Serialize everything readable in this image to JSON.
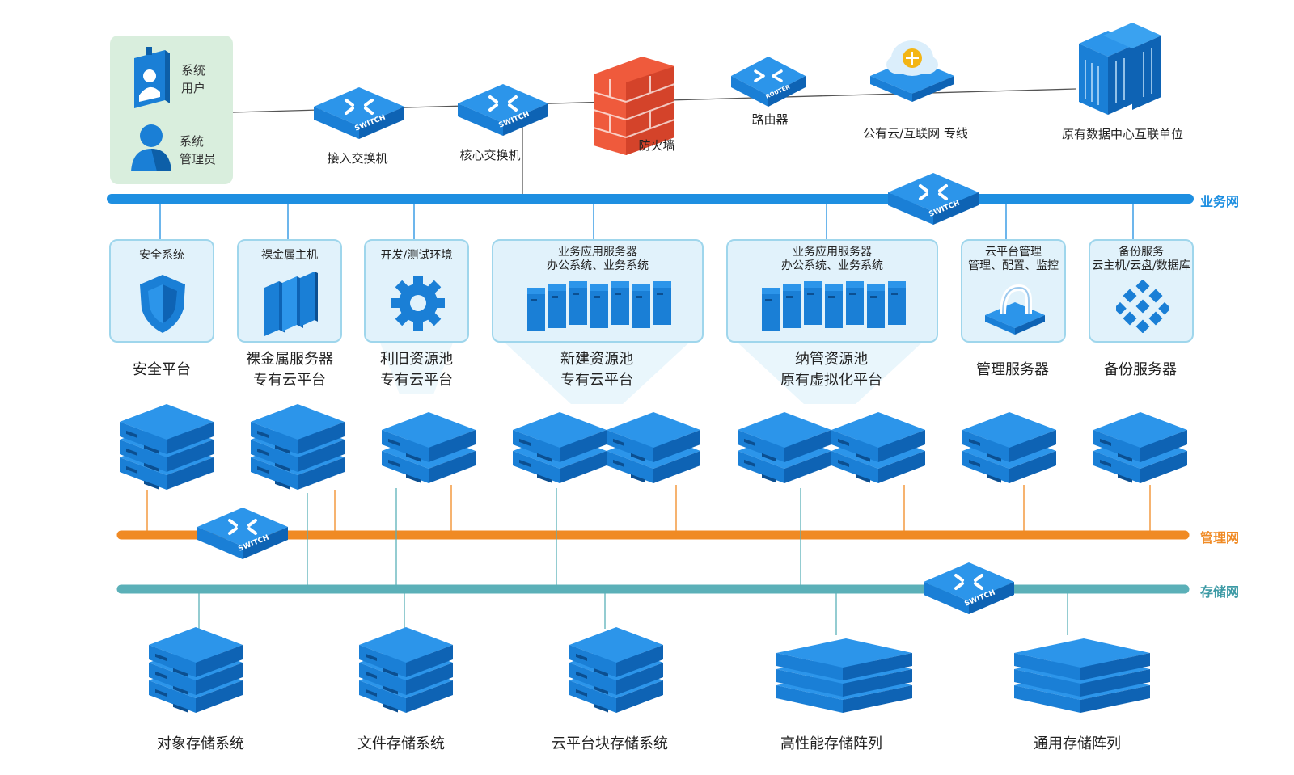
{
  "users": {
    "user_line1": "系统",
    "user_line2": "用户",
    "admin_line1": "系统",
    "admin_line2": "管理员"
  },
  "top": {
    "access_switch": "接入交换机",
    "core_switch": "核心交换机",
    "firewall": "防火墙",
    "router": "路由器",
    "cloud": "公有云/互联网 专线",
    "datacenter": "原有数据中心互联单位"
  },
  "networks": {
    "business": "业务网",
    "management": "管理网",
    "storage": "存储网"
  },
  "device_text": {
    "switch": "SWITCH",
    "router": "ROUTER"
  },
  "panels": [
    {
      "title_line1": "安全系统",
      "title_line2": "",
      "label_line1": "安全平台",
      "label_line2": ""
    },
    {
      "title_line1": "裸金属主机",
      "title_line2": "",
      "label_line1": "裸金属服务器",
      "label_line2": "专有云平台"
    },
    {
      "title_line1": "开发/测试环境",
      "title_line2": "",
      "label_line1": "利旧资源池",
      "label_line2": "专有云平台"
    },
    {
      "title_line1": "业务应用服务器",
      "title_line2": "办公系统、业务系统",
      "label_line1": "新建资源池",
      "label_line2": "专有云平台"
    },
    {
      "title_line1": "业务应用服务器",
      "title_line2": "办公系统、业务系统",
      "label_line1": "纳管资源池",
      "label_line2": "原有虚拟化平台"
    },
    {
      "title_line1": "云平台管理",
      "title_line2": "管理、配置、监控",
      "label_line1": "管理服务器",
      "label_line2": ""
    },
    {
      "title_line1": "备份服务",
      "title_line2": "云主机/云盘/数据库",
      "label_line1": "备份服务器",
      "label_line2": ""
    }
  ],
  "storage": [
    "对象存储系统",
    "文件存储系统",
    "云平台块存储系统",
    "高性能存储阵列",
    "通用存储阵列"
  ],
  "colors": {
    "business_net": "#1e8fe1",
    "management_net": "#f08a24",
    "storage_net": "#5bb0b8",
    "device_blue": "#1a7fd6",
    "firewall": "#ef5a3c",
    "user_box": "#d9eedd",
    "panel_bg": "#e1f2fb"
  }
}
